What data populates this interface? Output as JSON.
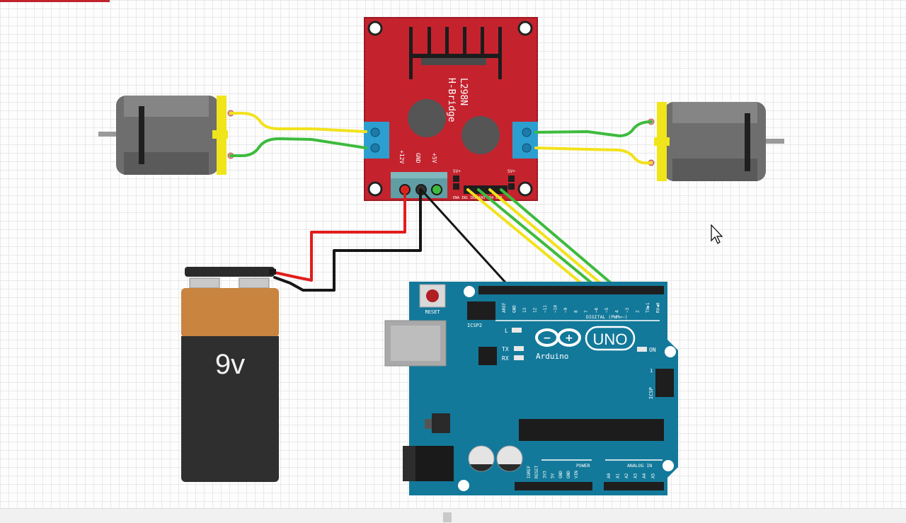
{
  "battery": {
    "label": "9v"
  },
  "hbridge": {
    "chip_name": "L298N",
    "subtitle": "H-Bridge",
    "pin_12v": "+12V",
    "pin_gnd": "GND",
    "pin_5v": "+5V",
    "pin_5v_left": "5V+",
    "pin_5v_right": "5V+",
    "header_label": "ENA IN1 IN2 IN3 IN4 ENB"
  },
  "arduino": {
    "logo": "Arduino",
    "model": "UNO",
    "reset": "RESET",
    "icsp2": "ICSP2",
    "icsp": "ICSP",
    "icsp_pin1": "1",
    "led_l": "L",
    "led_tx": "TX",
    "led_rx": "RX",
    "on": "ON",
    "digital": "DIGITAL (PWM=~)",
    "power": "POWER",
    "analog": "ANALOG IN",
    "digital_pins": [
      "AREF",
      "GND",
      "13",
      "12",
      "~11",
      "~10",
      "~9",
      "8",
      "7",
      "~6",
      "~5",
      "4",
      "~3",
      "2",
      "TX▶1",
      "RX◀0"
    ],
    "power_pins": [
      "IOREF",
      "RESET",
      "3V3",
      "5V",
      "GND",
      "GND",
      "VIN"
    ],
    "analog_pins": [
      "A0",
      "A1",
      "A2",
      "A3",
      "A4",
      "A5"
    ]
  },
  "colors": {
    "board_red": "#c4232e",
    "arduino_teal": "#13799a",
    "wire_red": "#e11d1d",
    "wire_black": "#161616",
    "wire_yellow": "#f2e21c",
    "wire_green": "#3dbb3d",
    "terminal_blue": "#2c9fd0",
    "battery_copper": "#c9843f",
    "battery_body": "#2f2f2f"
  }
}
